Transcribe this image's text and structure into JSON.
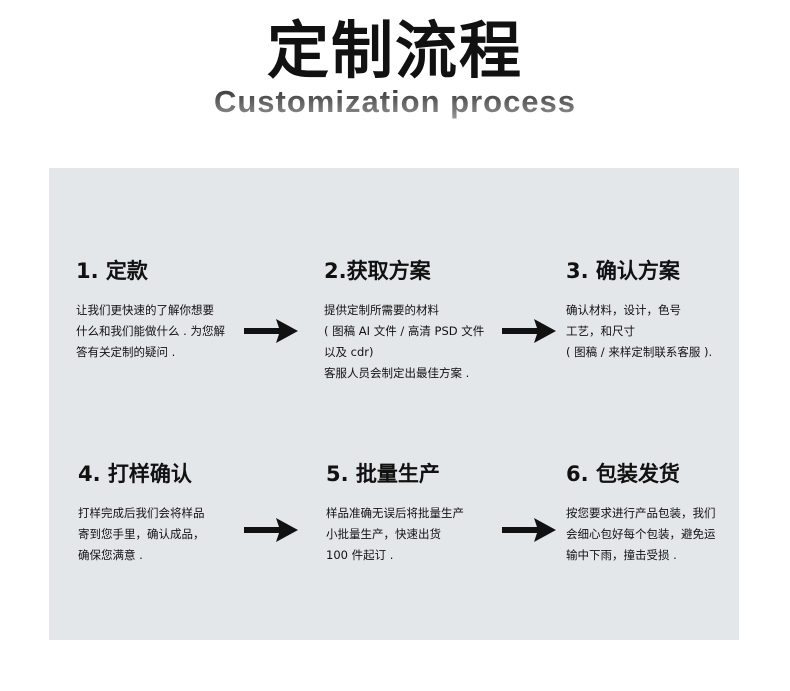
{
  "header": {
    "title": "定制流程",
    "subtitle": "Customization process"
  },
  "steps": [
    {
      "title": "1. 定款",
      "desc": "让我们更快速的了解你想要\n什么和我们能做什么 . 为您解\n答有关定制的疑问 ."
    },
    {
      "title": "2.获取方案",
      "desc": "提供定制所需要的材料\n( 图稿 AI 文件 / 高清 PSD 文件\n以及 cdr)\n客服人员会制定出最佳方案 ."
    },
    {
      "title": "3. 确认方案",
      "desc": "确认材料，设计，色号\n工艺，和尺寸\n( 图稿 / 来样定制联系客服 )."
    },
    {
      "title": "4. 打样确认",
      "desc": "打样完成后我们会将样品\n寄到您手里，确认成品，\n确保您满意 ."
    },
    {
      "title": "5. 批量生产",
      "desc": "样品准确无误后将批量生产\n小批量生产，快速出货\n100 件起订 ."
    },
    {
      "title": "6. 包装发货",
      "desc": "按您要求进行产品包装，我们\n会细心包好每个包装，避免运\n输中下雨，撞击受损 ."
    }
  ],
  "icons": {
    "arrow": "right-arrow-icon"
  },
  "colors": {
    "panel": "#e4e7ea",
    "text": "#111111"
  }
}
